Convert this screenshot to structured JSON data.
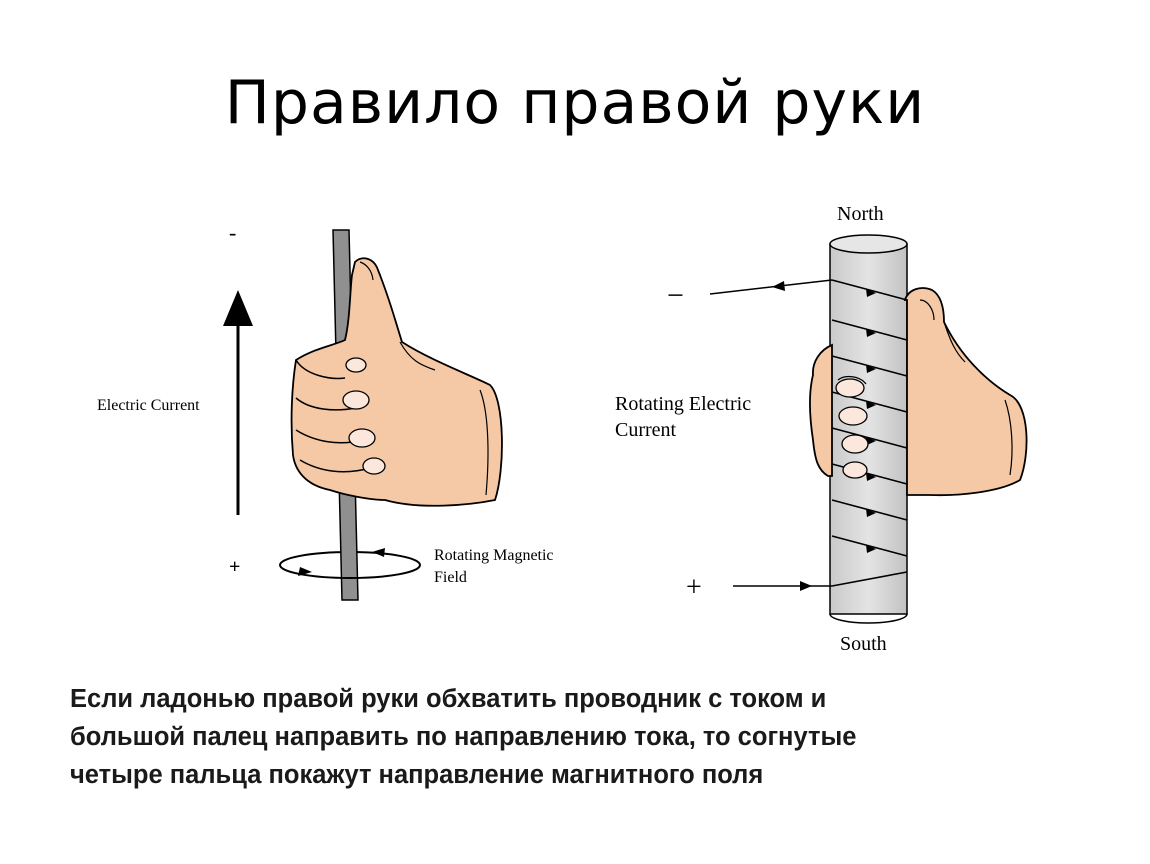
{
  "title": "Правило правой руки",
  "left_diagram": {
    "minus_label": "-",
    "plus_label": "+",
    "current_label": "Electric Current",
    "field_label_line1": "Rotating Magnetic",
    "field_label_line2": "Field"
  },
  "right_diagram": {
    "north_label": "North",
    "south_label": "South",
    "minus_label": "−",
    "plus_label": "+",
    "current_label_line1": "Rotating Electric",
    "current_label_line2": "Current"
  },
  "caption": {
    "line1": "Если ладонью правой руки обхватить проводник с током и",
    "line2": "большой палец направить по направлению тока, то согнутые",
    "line3": "четыре пальца покажут направление магнитного поля"
  },
  "colors": {
    "skin": "#f5c9a6",
    "wire": "#909090",
    "cylinder": "#d9d9d9"
  }
}
